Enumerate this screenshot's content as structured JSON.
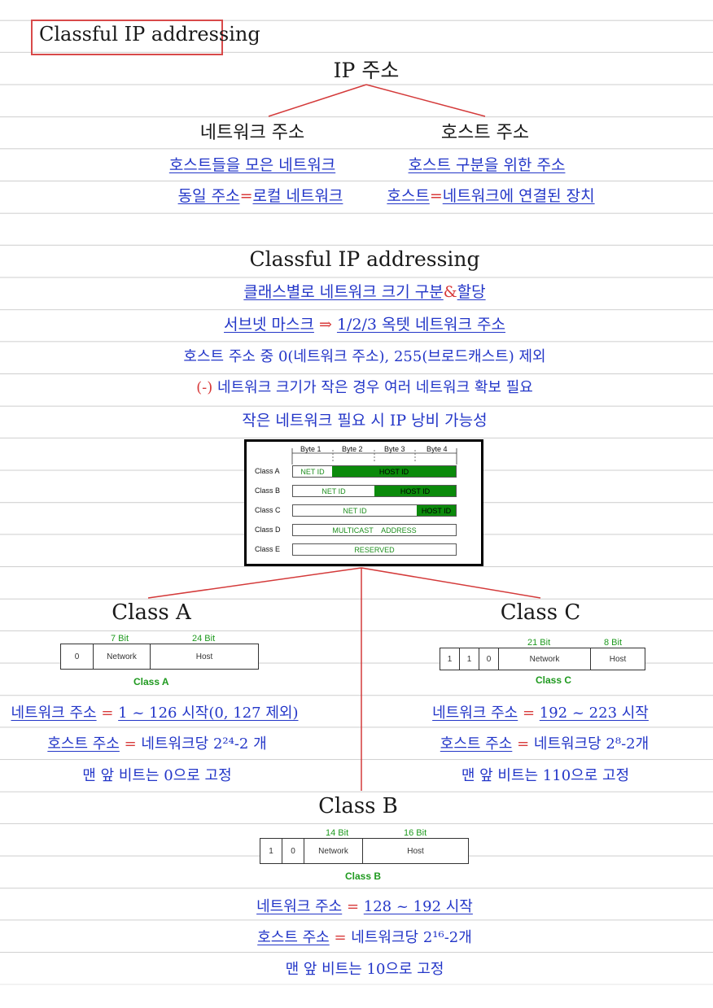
{
  "title": "Classful IP addressing",
  "tree1": {
    "root": "IP 주소",
    "left": {
      "heading": "네트워크 주소",
      "line1": "호스트들을 모은 네트워크",
      "line2_a": "동일 주소",
      "line2_eq": "=",
      "line2_b": "로컬 네트워크"
    },
    "right": {
      "heading": "호스트 주소",
      "line1": "호스트 구분을 위한 주소",
      "line2_a": "호스트",
      "line2_eq": "=",
      "line2_b": "네트워크에 연결된 장치"
    }
  },
  "section2": {
    "heading": "Classful IP addressing",
    "line1_a": "클래스별로 네트워크 크기 구분",
    "line1_amp": "&",
    "line1_b": "할당",
    "line2_a": "서브넷 마스크",
    "line2_arrow": "⇒",
    "line2_b": "1/2/3 옥텟 네트워크 주소",
    "line3": "호스트 주소 중 0(네트워크 주소), 255(브로드캐스트) 제외",
    "line4_mark": "(-)",
    "line4": "네트워크 크기가 작은 경우 여러 네트워크 확보 필요",
    "line5": "작은 네트워크 필요 시 IP 낭비 가능성"
  },
  "class_table": {
    "bytes": [
      "Byte 1",
      "Byte 2",
      "Byte 3",
      "Byte 4"
    ],
    "rows": [
      {
        "label": "Class A",
        "seg1": "NET ID",
        "seg2": "HOST ID"
      },
      {
        "label": "Class B",
        "seg1": "NET ID",
        "seg2": "HOST ID"
      },
      {
        "label": "Class C",
        "seg1": "NET ID",
        "seg2": "HOST ID"
      },
      {
        "label": "Class D",
        "seg1": "MULTICAST    ADDRESS"
      },
      {
        "label": "Class E",
        "seg1": "RESERVED"
      }
    ]
  },
  "classA": {
    "heading": "Class A",
    "bits_net": "7 Bit",
    "bits_host": "24 Bit",
    "cells": [
      "0",
      "Network",
      "Host"
    ],
    "caption": "Class A",
    "line1_a": "네트워크 주소",
    "line1_eq": "=",
    "line1_b": "1 ~ 126 시작(0, 127 제외)",
    "line2_a": "호스트 주소",
    "line2_eq": "=",
    "line2_b": "네트워크당 2²⁴-2 개",
    "line3": "맨 앞 비트는 0으로 고정"
  },
  "classC": {
    "heading": "Class C",
    "bits_net": "21 Bit",
    "bits_host": "8 Bit",
    "cells": [
      "1",
      "1",
      "0",
      "Network",
      "Host"
    ],
    "caption": "Class C",
    "line1_a": "네트워크 주소",
    "line1_eq": "=",
    "line1_b": "192 ~ 223 시작",
    "line2_a": "호스트 주소",
    "line2_eq": "=",
    "line2_b": "네트워크당 2⁸-2개",
    "line3": "맨 앞 비트는 110으로 고정"
  },
  "classB": {
    "heading": "Class B",
    "bits_net": "14 Bit",
    "bits_host": "16 Bit",
    "cells": [
      "1",
      "0",
      "Network",
      "Host"
    ],
    "caption": "Class B",
    "line1_a": "네트워크 주소",
    "line1_eq": "=",
    "line1_b": "128 ~ 192 시작",
    "line2_a": "호스트 주소",
    "line2_eq": "=",
    "line2_b": "네트워크당 2¹⁶-2개",
    "line3": "맨 앞 비트는 10으로 고정"
  }
}
